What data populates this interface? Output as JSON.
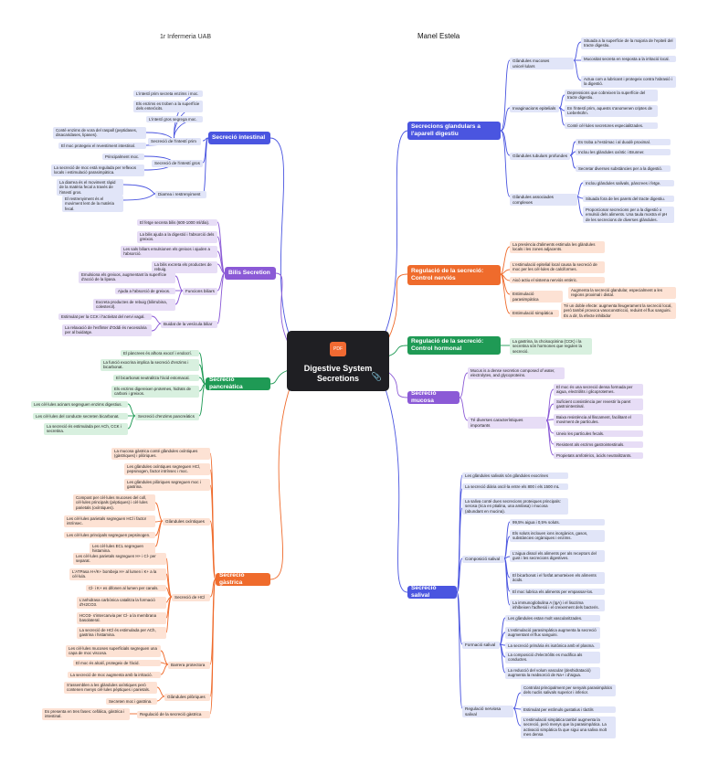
{
  "header": {
    "left_text": "1r Infermeria UAB",
    "right_text": "Manel Estela"
  },
  "center": {
    "title": "Digestive System Secretions",
    "badge": "PDF",
    "attach_icon": "paperclip-icon"
  },
  "colors": {
    "blue": "#4a55e0",
    "orange": "#ef6b2c",
    "green": "#1f9a55",
    "purple": "#8b5ad6",
    "center": "#1f1f23"
  },
  "right": {
    "glandulars": {
      "title": "Secrecions glandulars a l'aparell digestiu",
      "mucoses": {
        "label": "Glàndules mucoses unicel·lulars",
        "items": [
          "Situada a la superfície de la majoria de l'epiteli del tracte digestiu.",
          "Mucositat secreta en resposta a la irritació local.",
          "Actua com a lubricant i protegeix contra l'abrasió i la digestió."
        ]
      },
      "invaginacions": {
        "label": "Invaginacions epitelials",
        "items": [
          "Depressions que cobreixen la superfície del tracte digestiu.",
          "En l'intestí prim, aquests s'anomenen criptes de Lieberkühn.",
          "Conté cèl·lules secretores especialitzades."
        ]
      },
      "tubulars": {
        "label": "Glàndules tubulars profundes",
        "items": [
          "Es troba a l'estómac i al duodè proximal.",
          "Inclou les glàndules oxíntic i Brunner.",
          "Secretar diverses substàncies per a la digestió."
        ]
      },
      "associades": {
        "label": "Glàndules associades complexes",
        "items": [
          "Inclou glàndules salivals, pàncrees i fetge.",
          "Situada fora de les parets del tracte digestiu.",
          "Proporcionar secrecions per a la digestió o emulsió dels aliments. Una taula mostra el pH de les secrecions de diverses glàndules."
        ]
      }
    },
    "regulacio_secrecio": {
      "title": "Regulació de la secreció: Control nerviós",
      "items": [
        "La presència d'aliments estimula les glàndules locals i les zones adjacents.",
        "L'estimulació epitelial local causa la secreció de moc per les cèl·lules de calciformes.",
        "Això actiu el sistema nerviós entèric."
      ],
      "paras": {
        "label": "Estimulació parasimpàtica",
        "text": "Augmenta la secreció glandular, especialment a les regions proximal i distal."
      },
      "simpatica": {
        "label": "Estimulació simpàtica",
        "text": "Té un doble efecte: augmenta lleugerament la secreció local, però també provoca vasoconstricció, reduint el flux sanguini. És a dir, fa efecte inhibidor"
      }
    },
    "regulacio_hormonal": {
      "title": "Regulació de la secreció: Control hormonal",
      "text": "La gastrina, la chcisoqcinina (CCK) i la secretina són hormones que regulen la secreció."
    },
    "mucosa": {
      "title": "Secreció mucosa",
      "text": "Mucus is a dense secretion composed of water, electrolytes, and glycoproteins.",
      "caract_label": "Té diverses característiques importants",
      "items": [
        "El moc és una secreció densa formada per aigua, electròlits i glicoproteïnes.",
        "Suficient consistència per revestir la paret gastrointestinal.",
        "Baixa resistència al lliscament, facilitant el moviment de partícules.",
        "Uneix les partícules fecals.",
        "Resistent als enzims gastrointestinals.",
        "Propietats amfotèrics, àcids neutralitzants."
      ]
    },
    "salival": {
      "title": "Secreció salival",
      "intro": [
        "Les glàndules salivals són glàndules exocrines",
        "La secreció diària oscil·la entre els 800 i els 1500 mL",
        "La saliva conté dues secrecions proteiques principals: serosa (rica en ptialina, una amilasa) i mucosa (abundant en mucina)."
      ],
      "composicio": {
        "label": "Composició salival",
        "items": [
          "99,5% aigua i 0,5% soluts.",
          "Els soluts inclouen ions inorgànics, gasos, substàncies orgàniques i enzims.",
          "L'aigua dissol els aliments per als receptors del gust i les secrecions digestives.",
          "El bicarbonat i el fosfat amorteixen els aliments àcids.",
          "El moc lubrica els aliments per empassar-los.",
          "La immunoglobulina A (IgA) i el lisozima inhibeixen l'adhesió i el creixement dels bacteris."
        ]
      },
      "formacio": {
        "label": "Formació salival",
        "items": [
          "Les glàndules estan molt vascularitzades.",
          "L'estimulació parasimpàtica augmenta la secreció augmentant el flux sanguini.",
          "La secreció primària és isotònica amb el plasma.",
          "La composició d'electròlits es modifica als conductes.",
          "La reducció del volum vascular (deshidratació) augmenta la reabsorció de Na+ i d'aigua."
        ]
      },
      "nerviosa": {
        "label": "Regulació nerviosa salival",
        "items": [
          "Controlat principalment per senyals parasimpàtics dels nuclis salivals superior i inferior.",
          "Estimulat per estímuls gustatius i tàctils",
          "L'estimulació simpàtica també augmenta la secreció, però menys que la parasimpàtica. La activació simpàtica fa que sigui una saliva molt mes densa"
        ]
      }
    }
  },
  "left": {
    "intestinal": {
      "title": "Secreció intestinal",
      "prim": {
        "label": "Secreció de l'intestí prim",
        "items": [
          "L'intestí prim secreta enzims i moc.",
          "Els enzims es troben a la superfície dels enteròcits.",
          "L'intestí gros segrega moc.",
          "Conté enzims de vora del raspall (peptidases, disacaridases, lipases).",
          "El moc protegeix el revestiment intestinal."
        ]
      },
      "gros": {
        "label": "Secreció de l'intestí gros",
        "items": [
          "Principalment moc.",
          "La secreció de moc està regulada per reflexos locals i estimulació parasimpàtica."
        ]
      },
      "diarrea": {
        "label": "Diarrea i restrenyiment",
        "items": [
          "La diarrea és el moviment ràpid de la matèria fecal a través de l'intestí gros.",
          "El restrenyiment és el moviment lent de la matèria fecal."
        ]
      }
    },
    "biliar": {
      "title": "Bilis Secretion",
      "items": [
        "El fetge secreta bilis (600-1000 ml/dia).",
        "La bilis ajuda a la digestió i l'absorció dels greixos.",
        "Les sals biliars emulsionen els greixos i ajuden a l'absorció.",
        "La bilis excreta els productes de rebuig."
      ],
      "funcions": {
        "label": "Funcions biliars",
        "items": [
          "Emulsiona els greixos, augmentant la superfície d'acció de la lipasa.",
          "Ajuda a l'absorció de greixos.",
          "Excreta productes de rebuig (bilirrubina, colesterol)."
        ]
      },
      "buidat": {
        "label": "Buidat de la vesícula biliar",
        "items": [
          "Estimulat per la CCK i l'activitat del nervi vagal.",
          "La relaxació de l'esfínter d'Oddi és necessària per al buidatge."
        ]
      }
    },
    "pancreatica": {
      "title": "Secreció pancreàtica",
      "items": [
        "El pàncrees és alhora exocrí i endocrí.",
        "La funció exocrina implica la secreció d'enzims i bicarbonat.",
        "El bicarbonat neutralitza l'àcid estomacal.",
        "Els enzims digereixen proteïnes, hidrats de carboni i greixos."
      ],
      "enzims": {
        "label": "Secreció d'enzims pancreàtics",
        "items": [
          "Les cèl·lules acinars segreguen enzims digestius.",
          "Les cèl·lules del conducte secreten bicarbonat.",
          "La secreció és estimulada per ACh, CCK i secretina."
        ]
      }
    },
    "gastrica": {
      "title": "Secreció gàstrica",
      "intro": [
        "La mucosa gàstrica conté glàndules oxíntiques (gàstriques) i pilòriques.",
        "Les glàndules oxíntiques segreguen HCl, pepsinogen, factor intrínsec i moc.",
        "Les glàndules pilòriques segreguen moc i gastrina."
      ],
      "oxintiques": {
        "label": "Glàndules oxíntiques",
        "items": [
          "Compost per cèl·lules mucoses del coll, cèl·lules principals (pèptiques) i cèl·lules parietals (oxíntiques).",
          "Les cèl·lules parietals segreguen HCl i factor intrínsec.",
          "Les cèl·lules principals segreguen pepsinogen.",
          "Les cèl·lules ECL segreguen histamina."
        ]
      },
      "hcl": {
        "label": "Secreció de HCl",
        "items": [
          "Les cèl·lules parietals segreguen H+ i Cl- per separat.",
          "L'ATPasa H+/K+ bombeja H+ al lumen i K+ a la cèl·lula.",
          "Cl- i K+ es difonen al lumen per canals.",
          "L'anhidrasa carbònica catalitza la formació d'H2CO3.",
          "HCO3- s'intercanvia per Cl- a la membrana basolateral.",
          "La secreció de HCl és estimulada per ACh, gastrina i histamina."
        ]
      },
      "barrera": {
        "label": "Barrera protectora",
        "items": [
          "Les cèl·lules mucoses superficials segreguen una capa de moc viscosa.",
          "El moc és alcalí, protegeix de l'àcid.",
          "La secreció de moc augmenta amb la irritació."
        ]
      },
      "piloriques": {
        "label": "Glàndules pilòriques",
        "items": [
          "S'assemblen a les glàndules oxíntiques però contenen menys cèl·lules pèptiques i parietals.",
          "Secreten moc i gastrina."
        ]
      },
      "regulacio": {
        "label": "Regulació de la secreció gàstrica",
        "text": "Es presenta en tres fases: cefàlica, gàstrica i intestinal."
      }
    }
  }
}
